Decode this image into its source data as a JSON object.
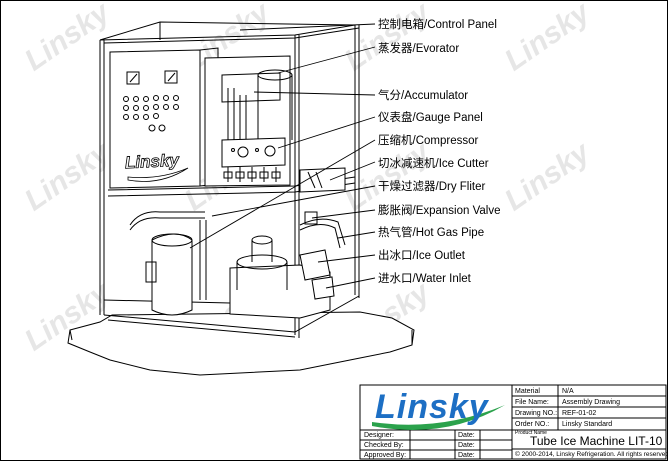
{
  "watermark": "Linsky",
  "callouts": [
    "控制电箱/Control Panel",
    "蒸发器/Evorator",
    "气分/Accumulator",
    "仪表盘/Gauge Panel",
    "压缩机/Compressor",
    "切冰减速机/Ice Cutter",
    "干燥过滤器/Dry Fliter",
    "膨胀阀/Expansion Valve",
    "热气管/Hot Gas Pipe",
    "出冰口/Ice Outlet",
    "进水口/Water Inlet"
  ],
  "panel_logo": "Linsky",
  "title_block": {
    "logo": "Linsky",
    "fields": [
      {
        "label": "Material",
        "value": "N/A"
      },
      {
        "label": "File Name:",
        "value": "Assembly Drawing"
      },
      {
        "label": "Drawing NO.:",
        "value": "REF-01-02"
      },
      {
        "label": "Order NO.:",
        "value": "Linsky Standard"
      }
    ],
    "sign": [
      {
        "label": "Designer:",
        "date": "Date:"
      },
      {
        "label": "Checked By:",
        "date": "Date:"
      },
      {
        "label": "Approved By:",
        "date": "Date:"
      }
    ],
    "product_name_label": "Product Name",
    "product_name": "Tube Ice Machine LIT-10",
    "copyright": "© 2000-2014, Linsky Refrigeration. All rights reserved."
  }
}
